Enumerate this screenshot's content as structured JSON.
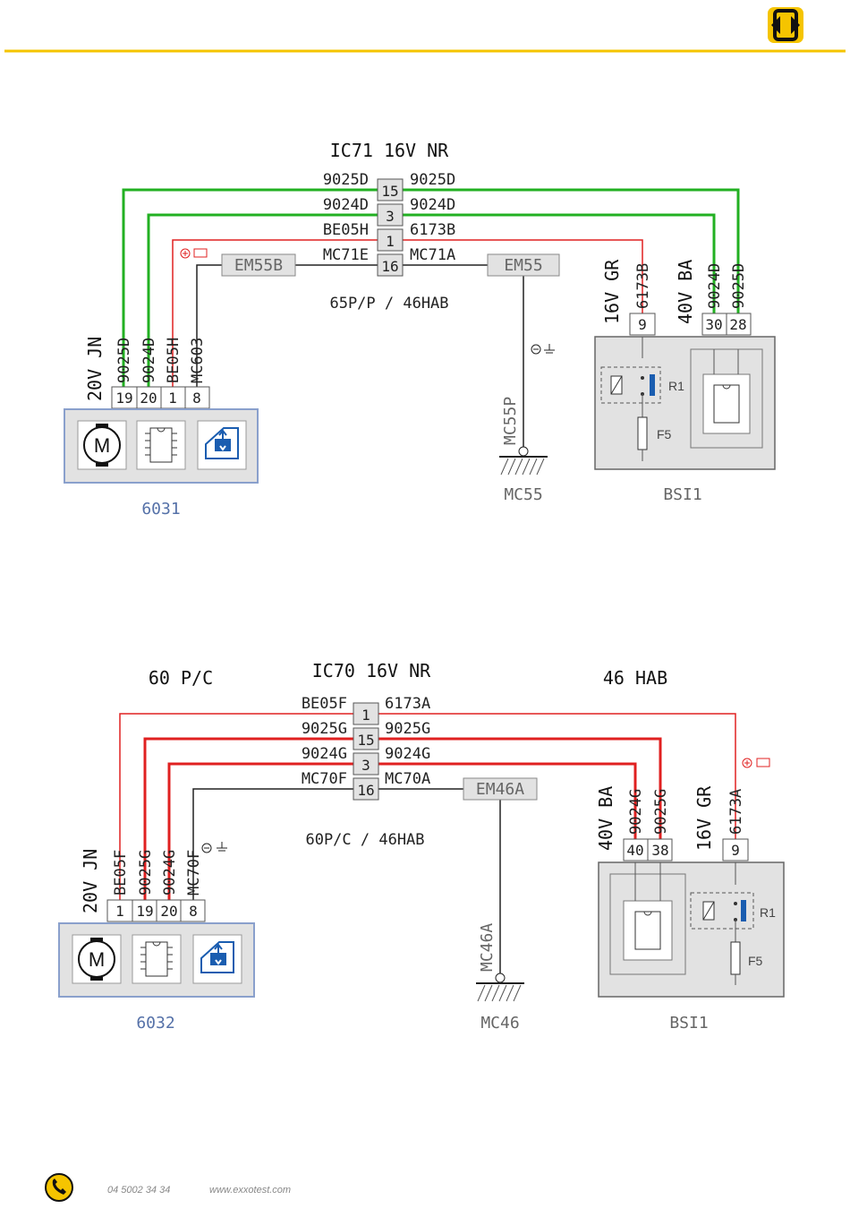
{
  "header": {
    "logo_icon": "exxotest-logo-icon",
    "rule_color": "#f5c400"
  },
  "diagram1": {
    "title": "IC71  16V  NR",
    "subtitle": "65P/P / 46HAB",
    "connector_rows": [
      {
        "left": "9025D",
        "pin": "15",
        "right": "9025D"
      },
      {
        "left": "9024D",
        "pin": "3",
        "right": "9024D"
      },
      {
        "left": "BE05H",
        "pin": "1",
        "right": "6173B"
      },
      {
        "left": "MC71E",
        "pin": "16",
        "right": "MC71A"
      }
    ],
    "left_splice": "EM55B",
    "right_splice": "EM55",
    "module": {
      "name": "6031",
      "connector_label": "20V JN",
      "wires": [
        "9025D",
        "9024D",
        "BE05H",
        "MC603"
      ],
      "pins": [
        "19",
        "20",
        "1",
        "8"
      ]
    },
    "ground": {
      "wire": "MC55P",
      "name": "MC55"
    },
    "bsi": {
      "name": "BSI1",
      "conn1_label": "16V GR",
      "conn1_wires": [
        "6173B"
      ],
      "conn1_pins": [
        "9"
      ],
      "conn2_label": "40V BA",
      "conn2_wires": [
        "9024D",
        "9025D"
      ],
      "conn2_pins": [
        "30",
        "28"
      ],
      "relay": "R1",
      "fuse": "F5"
    }
  },
  "diagram2": {
    "title": "IC70  16V  NR",
    "left_header": "60 P/C",
    "right_header": "46 HAB",
    "subtitle": "60P/C / 46HAB",
    "connector_rows": [
      {
        "left": "BE05F",
        "pin": "1",
        "right": "6173A"
      },
      {
        "left": "9025G",
        "pin": "15",
        "right": "9025G"
      },
      {
        "left": "9024G",
        "pin": "3",
        "right": "9024G"
      },
      {
        "left": "MC70F",
        "pin": "16",
        "right": "MC70A"
      }
    ],
    "right_splice": "EM46A",
    "module": {
      "name": "6032",
      "connector_label": "20V JN",
      "wires": [
        "BE05F",
        "9025G",
        "9024G",
        "MC70F"
      ],
      "pins": [
        "1",
        "19",
        "20",
        "8"
      ]
    },
    "ground": {
      "wire": "MC46A",
      "name": "MC46"
    },
    "bsi": {
      "name": "BSI1",
      "conn1_label": "40V BA",
      "conn1_wires": [
        "9024G",
        "9025G"
      ],
      "conn1_pins": [
        "40",
        "38"
      ],
      "conn2_label": "16V GR",
      "conn2_wires": [
        "6173A"
      ],
      "conn2_pins": [
        "9"
      ],
      "relay": "R1",
      "fuse": "F5"
    }
  },
  "footer": {
    "phone": "04 5002 34 34",
    "website": "www.exxotest.com",
    "phone_icon": "phone-icon"
  },
  "colors": {
    "green": "#22b022",
    "red": "#e02020",
    "black": "#222222",
    "module_border": "#8aa0cc",
    "box_fill": "#e2e2e2"
  }
}
